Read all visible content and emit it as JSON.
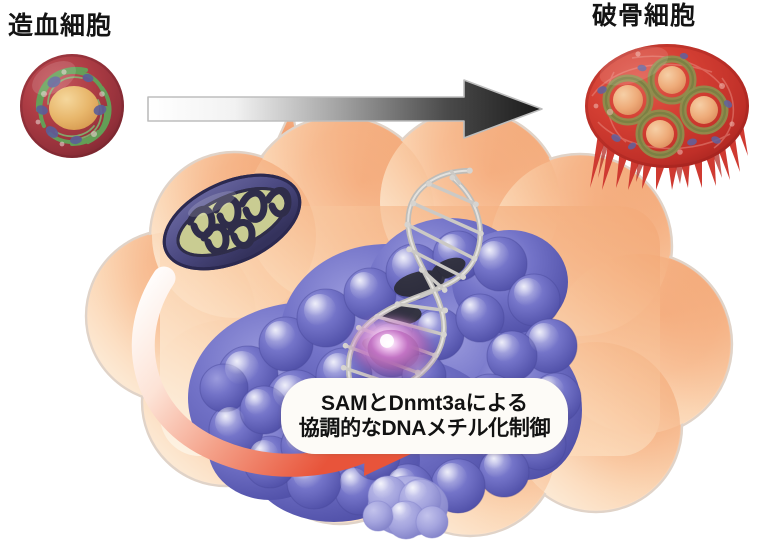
{
  "figure": {
    "background_color": "#ffffff",
    "left_cell": {
      "label": "造血細胞",
      "icon": "hematopoietic-cell-icon",
      "body_color": "#b23d43",
      "nucleus_color": "#e9b66e",
      "filament_color": "#5fa85a",
      "granule_color": "#5b5f99"
    },
    "right_cell": {
      "label": "破骨細胞",
      "icon": "osteoclast-cell-icon",
      "body_color": "#d23b33",
      "nuclei_count": 4,
      "nucleus_color": "#eeab79",
      "ring_color": "#8e8f4e",
      "fringe_color": "#cf3a31"
    },
    "transition_arrow": {
      "icon": "right-arrow-icon",
      "gradient_from": "#ffffff",
      "gradient_to": "#1d1d1d",
      "border_color": "#b9b9b9",
      "direction": "left-to-right"
    },
    "cloud": {
      "icon": "thought-cloud-icon",
      "fill_light": "#fdf3e4",
      "fill_dark": "#f4a173",
      "edge_color": "#e3d7cd",
      "pointer": "tail-pointing-to-arrow"
    },
    "mitochondrion": {
      "icon": "mitochondrion-icon",
      "outer_color": "#4c4a82",
      "matrix_color": "#c9cc92",
      "cristae_color": "#2f2d4a"
    },
    "curved_arrow": {
      "icon": "curved-arrow-icon",
      "gradient_from": "#ffffff",
      "gradient_to": "#e8543a",
      "meaning": "SAM supply from mitochondrion to DNA"
    },
    "protein": {
      "icon": "protein-surface-icon",
      "name_in_caption": "Dnmt3a",
      "surface_color": "#6b6bc4",
      "highlight_color": "#9a9ad8",
      "subdomain_color": "#a6a6dd"
    },
    "dna": {
      "icon": "dna-double-helix-icon",
      "strand_color": "#c8c6c2",
      "shadow_color": "#2b2b2b",
      "methyl_glow_color": "#c06fc6"
    },
    "caption": {
      "line_1": "SAMとDnmt3aによる",
      "line_2": "協調的なDNAメチル化制御",
      "background_color": "#fdfbf7",
      "text_color": "#121212"
    }
  }
}
